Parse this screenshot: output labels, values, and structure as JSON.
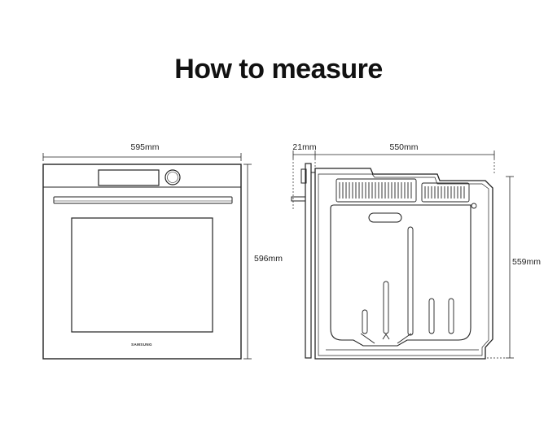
{
  "title": "How to measure",
  "front_view": {
    "width_label": "595mm",
    "height_label": "596mm",
    "brand": "SAMSUNG"
  },
  "side_view": {
    "front_depth_label": "21mm",
    "depth_label": "550mm",
    "height_label": "559mm"
  }
}
